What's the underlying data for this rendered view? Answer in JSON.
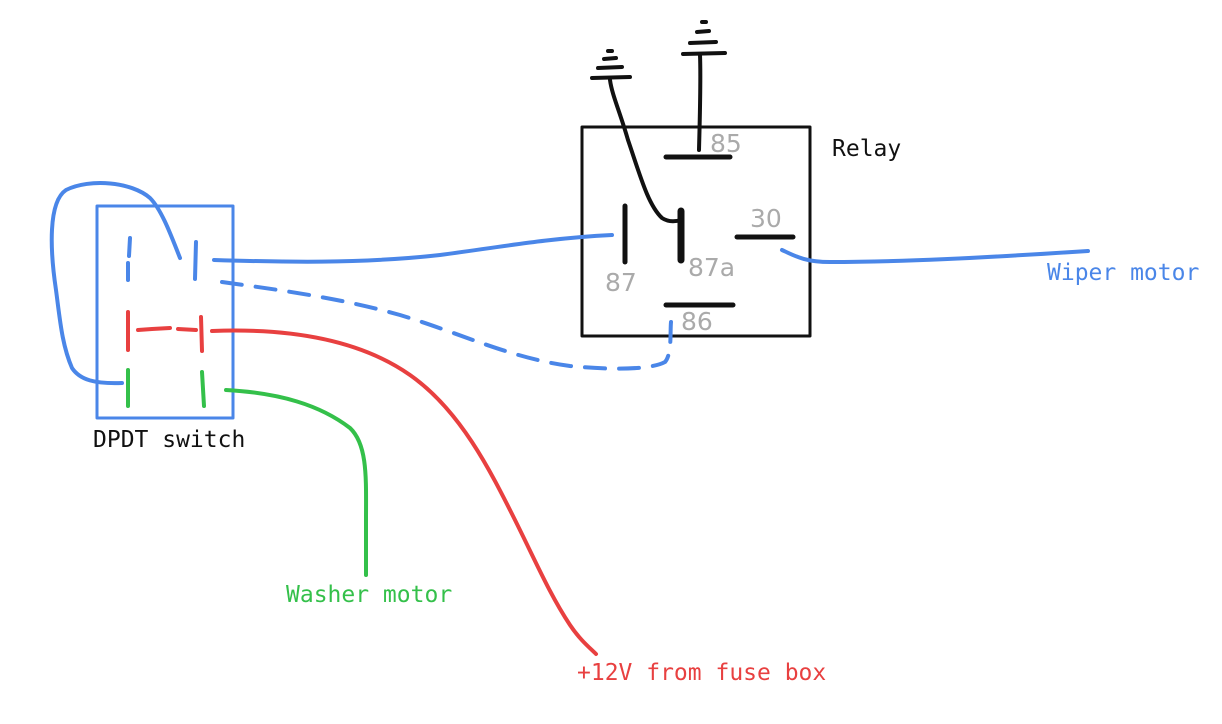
{
  "colors": {
    "blue": "#4a86e8",
    "red": "#e84040",
    "green": "#34c04a",
    "black": "#111111",
    "pin_gray": "#aaaaaa"
  },
  "labels": {
    "relay": "Relay",
    "switch": "DPDT switch",
    "wiper_motor": "Wiper motor",
    "washer_motor": "Washer motor",
    "power": "+12V from fuse box"
  },
  "pins": {
    "p85": "85",
    "p30": "30",
    "p87": "87",
    "p87a": "87a",
    "p86": "86"
  }
}
